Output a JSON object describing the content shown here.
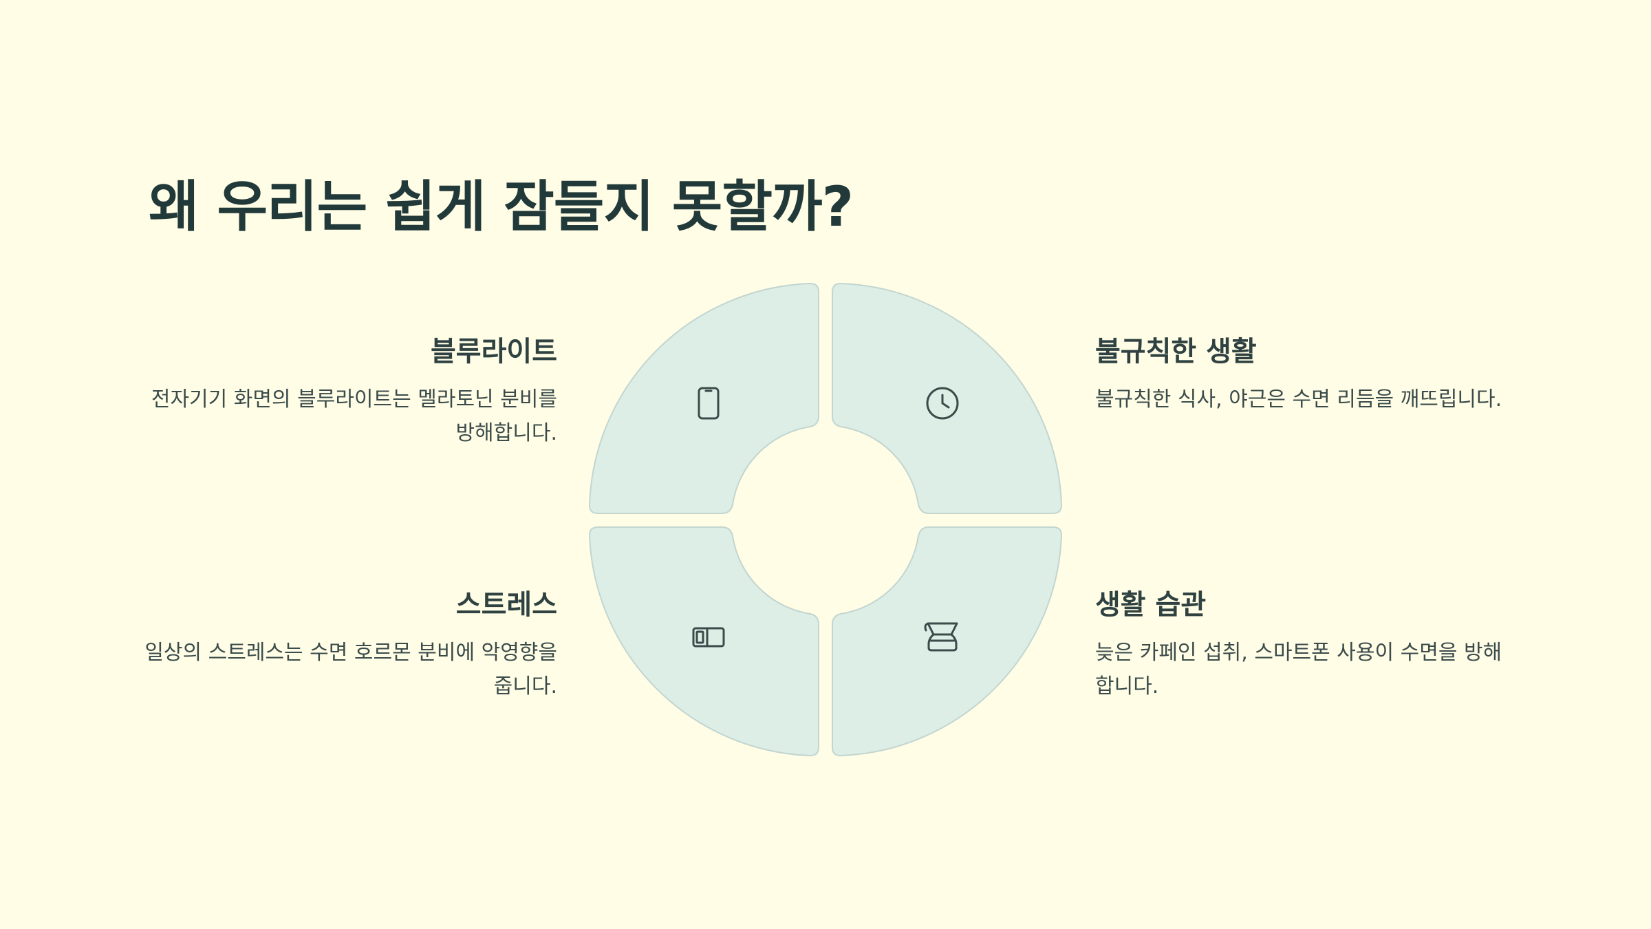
{
  "title": "왜 우리는 쉽게 잠들지 못할까?",
  "colors": {
    "background": "#fffde6",
    "segment_fill": "#ddeee7",
    "segment_stroke": "#c2d5cf",
    "icon": "#3a4b4a",
    "text": "#2a3b3a"
  },
  "items": [
    {
      "heading": "블루라이트",
      "body": "전자기기 화면의 블루라이트는 멜라토닌 분비를 방해합니다.",
      "icon": "smartphone-icon"
    },
    {
      "heading": "불규칙한 생활",
      "body": "불규칙한 식사, 야근은 수면 리듬을 깨뜨립니다.",
      "icon": "clock-icon"
    },
    {
      "heading": "스트레스",
      "body": "일상의 스트레스는 수면 호르몬 분비에 악영향을 줍니다.",
      "icon": "battery-low-icon"
    },
    {
      "heading": "생활 습관",
      "body": "늦은 카페인 섭취, 스마트폰 사용이 수면을 방해합니다.",
      "icon": "coffee-maker-icon"
    }
  ]
}
